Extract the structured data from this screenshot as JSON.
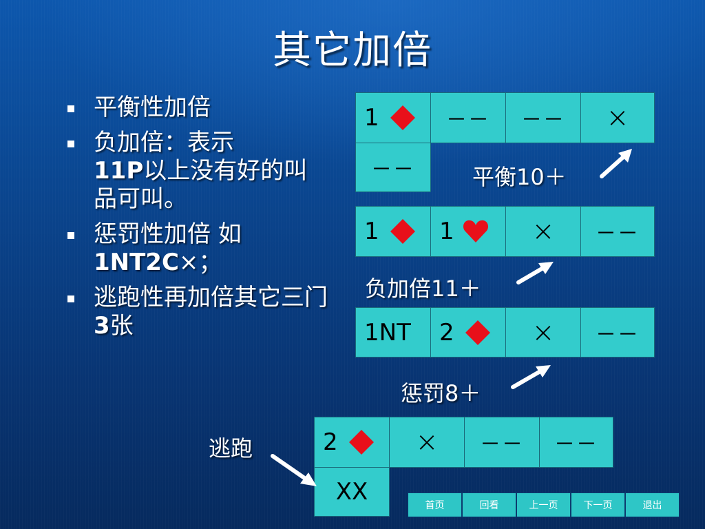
{
  "slide": {
    "title": "其它加倍"
  },
  "bullets": [
    {
      "text": "平衡性加倍"
    },
    {
      "text_a": "负加倍：表示",
      "text_b": "11P",
      "text_c": "以上没有好的叫品可叫。"
    },
    {
      "text_a": "惩罚性加倍 如",
      "text_b": "1NT2C",
      "text_c": "×；"
    },
    {
      "text_a": "逃跑性再加倍其它三门",
      "text_b": "3",
      "text_c": "张"
    }
  ],
  "tables": {
    "balance": {
      "c1": "1",
      "c2": "－－",
      "c3": "－－",
      "c4": "×",
      "r2": "－－",
      "label": "平衡10＋"
    },
    "negative": {
      "c1": "1",
      "c2": "1",
      "c3": "×",
      "c4": "－－",
      "label": "负加倍11＋"
    },
    "penalty": {
      "c1": "1NT",
      "c2": "2",
      "c3": "×",
      "c4": "－－",
      "label": "惩罚8＋"
    },
    "escape": {
      "c1": "2",
      "c2": "×",
      "c3": "－－",
      "c4": "－－",
      "r2": "XX",
      "label": "逃跑"
    }
  },
  "suits": {
    "diamond_color": "#e8101a",
    "heart_color": "#e8101a"
  },
  "nav": {
    "home": "首页",
    "back": "回看",
    "prev": "上一页",
    "next": "下一页",
    "exit": "退出"
  }
}
